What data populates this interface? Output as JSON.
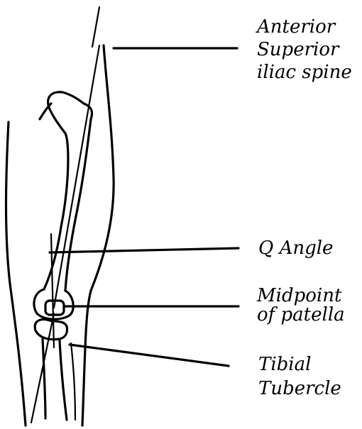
{
  "labels": {
    "asis": {
      "line1": "Anterior",
      "line2": "Superior",
      "line3": "iliac spine"
    },
    "q_angle": {
      "line1": "Q Angle"
    },
    "midpoint": {
      "line1": "Midpoint",
      "line2": "of patella"
    },
    "tibial": {
      "line1": "Tibial",
      "line2": "Tubercle"
    }
  }
}
